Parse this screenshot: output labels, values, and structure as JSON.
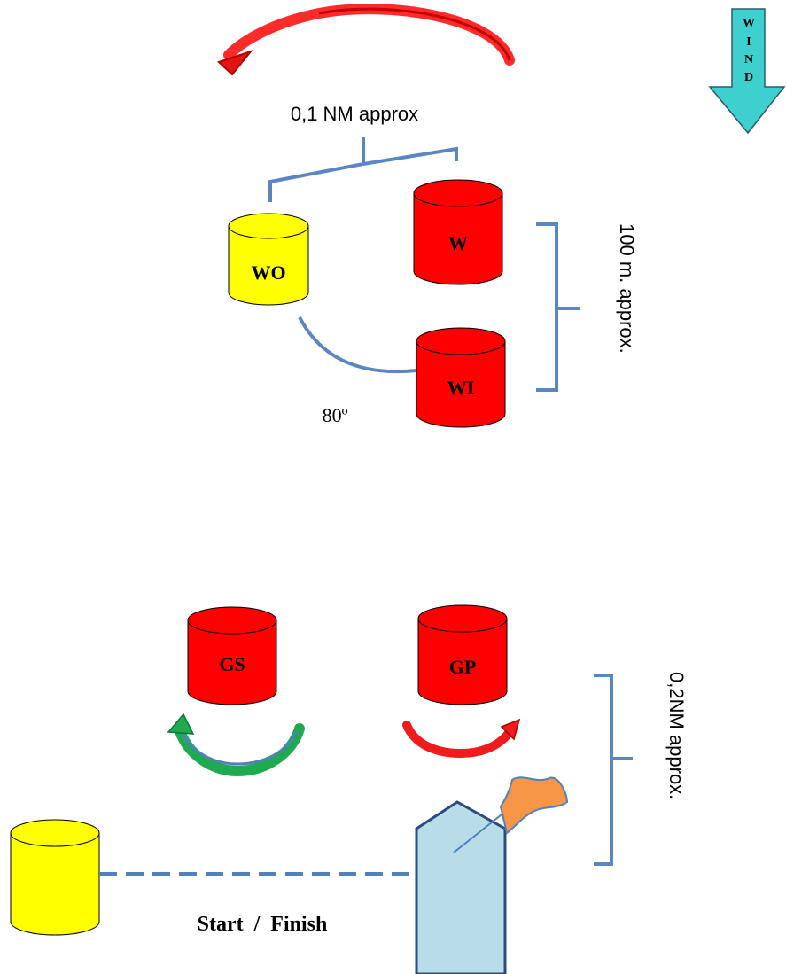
{
  "wind": {
    "letters": [
      "W",
      "I",
      "N",
      "D"
    ],
    "color": "#3ecfcf"
  },
  "marks": {
    "wo": "WO",
    "w": "W",
    "wi": "WI",
    "gs": "GS",
    "gp": "GP"
  },
  "labels": {
    "distance_top": "0,1 NM approx",
    "distance_right_top": "100 m. approx.",
    "angle": "80º",
    "distance_right_bottom": "0,2NM approx.",
    "start_finish": "Start  /  Finish"
  },
  "colors": {
    "red_mark": "#ff0000",
    "yellow_mark": "#ffff00",
    "bracket": "#5b86c4",
    "green_arrow": "#1faa4f",
    "red_arrow": "#ee1c1c",
    "committee_boat": "#b8dce8",
    "flag": "#f79646"
  }
}
